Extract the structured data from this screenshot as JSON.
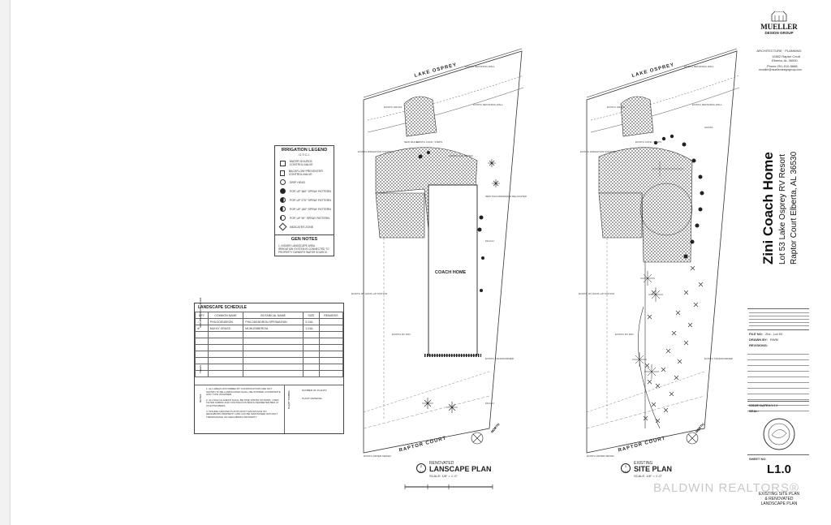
{
  "firm": {
    "name_line1": "MUELLER",
    "name_line2": "DESIGN GROUP",
    "tagline": "ARCHITECTURE · PLANNING",
    "address1": "12852 Raptor Court",
    "address2": "Elberta, AL 36530",
    "phone": "Phone 251-510-5688",
    "email": "rmueller@muellerdesigngroup.com"
  },
  "project": {
    "title": "Zini Coach Home",
    "line1": "Lot 53   Lake Osprey RV Resort",
    "line2": "Raptor Court   Elberta, AL 36530"
  },
  "title_block": {
    "file_no_label": "FILE NO:",
    "file_no": "Zini - Lot 53",
    "drawn_label": "DRAWN BY:",
    "drawn": "RWM",
    "revisions_label": "REVISIONS:",
    "issue_label": "ISSUE DATE:",
    "issue_date": "8/5/13",
    "seal_label": "SEAL:",
    "sheet_label": "SHEET NO.",
    "sheet_no": "L1.0",
    "sheet_desc1": "EXISTING SITE PLAN",
    "sheet_desc2": "& RENOVATED",
    "sheet_desc3": "LANDSCAPE PLAN"
  },
  "irrigation_legend": {
    "title": "IRRIGATION LEGEND",
    "subtitle": "O.T.C.I.",
    "items": [
      "WATER SOURCE CONTROL/VALVE",
      "BACKFLOW PREVENTER CONTROL/VALVE",
      "DRIP HEAD",
      "POP-UP 360° SPRAY PATTERN",
      "POP-UP 270° SPRAY PATTERN",
      "POP-UP 180° SPRAY PATTERN",
      "POP-UP 90° SPRAY PATTERN",
      "INDICATES ZONE"
    ],
    "gen_notes_title": "GEN NOTES",
    "gen_notes": "1. INSURE LANDSCAPE AREA IRRIGATION SYSTEM IS CONNECTED TO PROPERTY OWNER'S WATER SOURCE."
  },
  "landscape_schedule": {
    "title": "LANDSCAPE SCHEDULE",
    "headers": [
      "KEY",
      "COMMON NAME",
      "BOTANICAL NAME",
      "SIZE",
      "REMARKS"
    ],
    "rows": [
      [
        "☆",
        "PHILODENDRON",
        "PHILODENDRON SPP/BANYAN",
        "3 GAL",
        ""
      ],
      [
        "✲",
        "MUHLY GRASS",
        "MUHLENBERGIA",
        "1 GAL",
        ""
      ]
    ],
    "side_label1": "SHRUBS/GROUNDCOVER",
    "side_label2": "TREES",
    "side_label3": "NOTES",
    "notes": [
      "1. ALL AREAS DISTURBED BY CONSTRUCTION ARE NOT SHOWN TO BE LANDSCAPED SHALL BE SODDED COORDINATE SOD TYPE W/OWNER.",
      "2. ALL MULCH AREAS SHALL BE PINE STRAW OR BARK. USED FILTER FABRIC AND CONTINUOUS BRICK PERIMETER BED AT (3) EXTRA BEDS.",
      "3. INSURE GROUND PLANTS DON'T ENCROACH ON NEIGHBORS PROPERTY AND CAN BE MAINTAINED WITHOUT TRESPASSING ON NEIGHBORS PROPERTY."
    ],
    "symbol_notes_label": "PLANT SYMBOL",
    "symbol_note1": "NUMBER OF PLANTS",
    "symbol_note2": "PLANT MATERIAL"
  },
  "left_plan": {
    "lake": "LAKE OSPREY",
    "street": "RAPTOR COURT",
    "building": "COACH HOME",
    "north": "NORTH",
    "number": "2",
    "sheet": "L1.0",
    "heading1": "RENOVATED",
    "heading2": "LANSCAPE PLAN",
    "scale": "SCALE: 1/8\" = 1'-0\""
  },
  "right_plan": {
    "lake": "LAKE OSPREY",
    "street": "RAPTOR COURT",
    "north": "NORTH",
    "number": "1",
    "sheet": "L1.0",
    "heading1": "EXISTING",
    "heading2": "SITE PLAN",
    "scale": "SCALE: 1/8\" = 1'-0\""
  },
  "watermark": "BALDWIN REALTORS®",
  "colors": {
    "ink": "#222222",
    "paper": "#ffffff",
    "watermark": "#c8c8c8"
  }
}
